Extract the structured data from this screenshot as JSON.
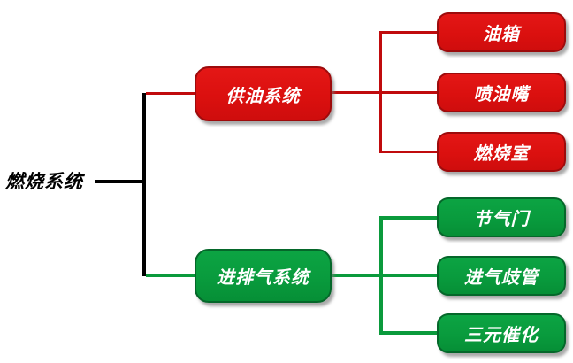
{
  "diagram": {
    "type": "tree",
    "orientation": "left-to-right",
    "root": {
      "label": "燃烧系统"
    },
    "branches": [
      {
        "id": "fuel-supply-system",
        "label": "供油系统",
        "color_theme": "red",
        "children": [
          {
            "label": "油箱"
          },
          {
            "label": "喷油嘴"
          },
          {
            "label": "燃烧室"
          }
        ]
      },
      {
        "id": "intake-exhaust-system",
        "label": "进排气系统",
        "color_theme": "green",
        "children": [
          {
            "label": "节气门"
          },
          {
            "label": "进气歧管"
          },
          {
            "label": "三元催化"
          }
        ]
      }
    ],
    "colors": {
      "red_node_fill": "#DB100F",
      "red_node_border": "#9D0B0C",
      "red_line": "#C00B0D",
      "green_node_fill": "#099B3D",
      "green_node_border": "#05672A",
      "green_line": "#0A9A3C",
      "black_line": "#000000",
      "node_text": "#FFFFFF",
      "root_text": "#000000",
      "background": "#FFFFFF"
    }
  }
}
